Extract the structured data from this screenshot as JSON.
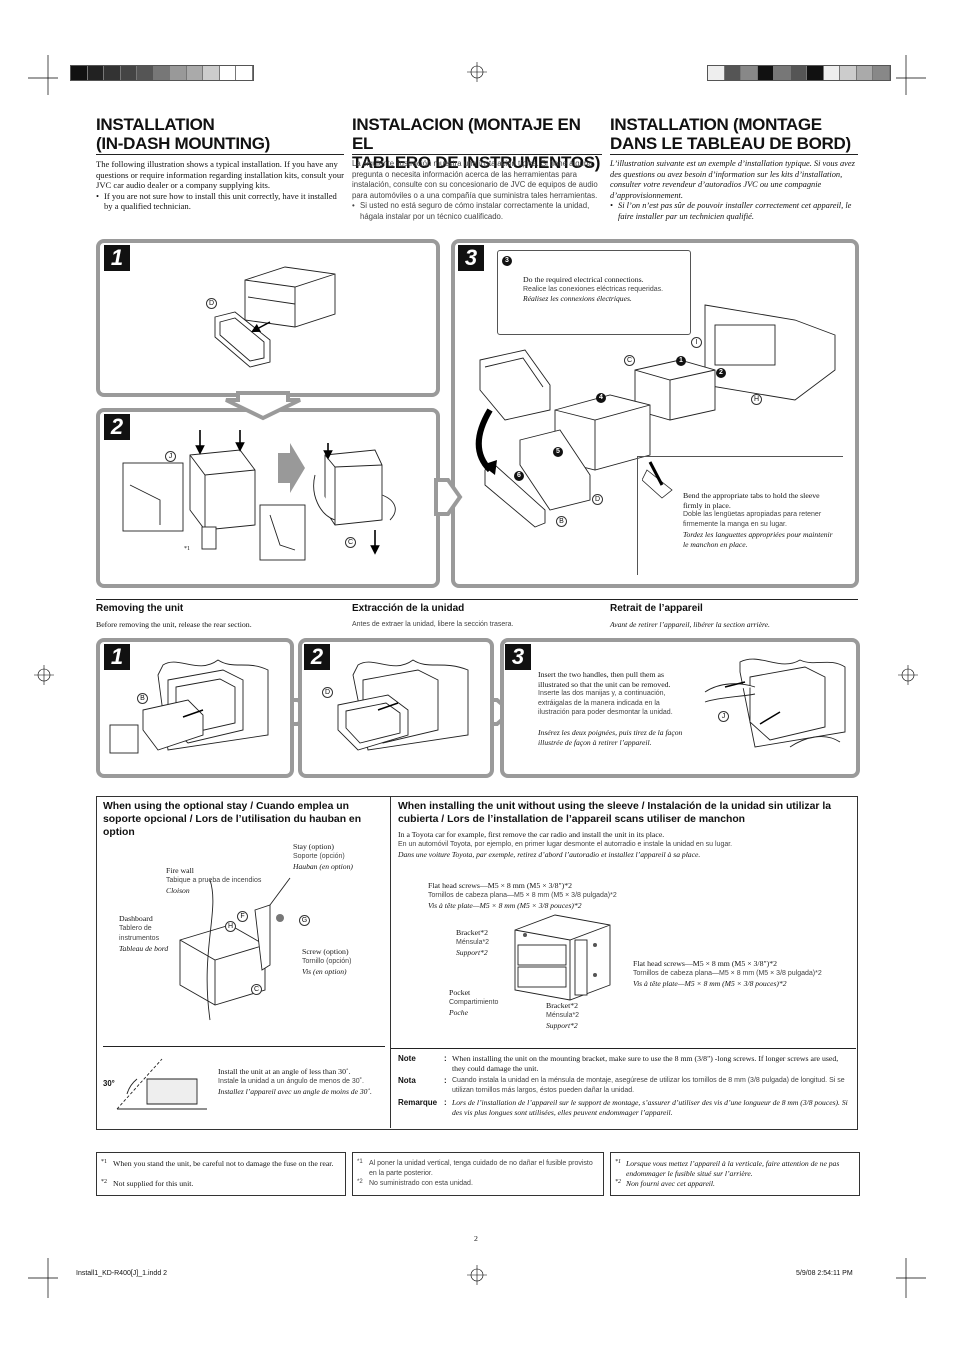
{
  "registration": {
    "color_swatches": [
      "#111111",
      "#222222",
      "#333333",
      "#444444",
      "#555555",
      "#777777",
      "#999999",
      "#aaaaaa",
      "#cccccc",
      "#ffffff",
      "#ffffff"
    ],
    "right_swatches": [
      "#eeeeee",
      "#555555",
      "#888888",
      "#111111",
      "#777777",
      "#555555",
      "#111111",
      "#eeeeee",
      "#cccccc",
      "#aaaaaa",
      "#888888"
    ]
  },
  "headings": {
    "en": "INSTALLATION\n(IN-DASH MOUNTING)",
    "es": "INSTALACION (MONTAJE EN EL\nTABLERO DE INSTRUMENTOS)",
    "fr": "INSTALLATION (MONTAGE\nDANS LE TABLEAU DE BORD)"
  },
  "intro": {
    "en": "The following illustration shows a typical installation. If you have any questions or require information regarding installation kits, consult your JVC car audio dealer or a company supplying kits.",
    "en_bullet": "If you are not sure how to install this unit correctly, have it installed by a qualified technician.",
    "es": "La siguiente ilustración muestra una instalación típica. Si tiene alguna pregunta o necesita información acerca de las herramientas para instalación, consulte con su concesionario de JVC de equipos de audio para automóviles o a una compañía que suministra tales herramientas.",
    "es_bullet": "Si usted no está seguro de cómo instalar correctamente la unidad, hágala instalar por un técnico cualificado.",
    "fr": "L’illustration suivante est un exemple d’installation typique. Si vous avez des questions ou avez besoin d’information sur les kits d’installation, consulter votre revendeur d’autoradios JVC ou une compagnie d’approvisionnement.",
    "fr_bullet": "Si l’on n’est pas sûr de pouvoir installer correctement cet appareil, le faire installer par un technicien qualifié."
  },
  "install_steps": {
    "s1": "1",
    "s2": "2",
    "s3": "3",
    "step3_circle": "3",
    "electrical_en": "Do the required electrical connections.",
    "electrical_es": "Realice las conexiones eléctricas requeridas.",
    "electrical_fr": "Réalisez les connexions électriques.",
    "tabs_en": "Bend the appropriate tabs to hold the sleeve firmly in place.",
    "tabs_es": "Doble las lengüetas apropiadas para retener firmemente la manga en su lugar.",
    "tabs_fr": "Tordez les languettes appropriées pour maintenir le manchon en place.",
    "lbl_d": "D",
    "lbl_j": "J",
    "lbl_c": "C",
    "lbl_i": "I",
    "lbl_h": "H",
    "lbl_b": "B",
    "n1": "1",
    "n2": "2",
    "n4": "4",
    "n5": "5",
    "n6": "6",
    "star1": "*1"
  },
  "removing": {
    "title_en": "Removing the unit",
    "title_es": "Extracción de la unidad",
    "title_fr": "Retrait de l’appareil",
    "body_en": "Before removing the unit, release the rear section.",
    "body_es": "Antes de extraer la unidad, libere la sección trasera.",
    "body_fr": "Avant de retirer l’appareil, libérer la section arrière.",
    "s1": "1",
    "s2": "2",
    "s3": "3",
    "lbl_b": "B",
    "lbl_d": "D",
    "lbl_j": "J",
    "handles_en": "Insert the two handles, then pull them as illustrated so that the unit can be removed.",
    "handles_es": "Inserte las dos manijas y, a continuación, extráigalas de la manera indicada en la ilustración para poder desmontar la unidad.",
    "handles_fr": "Insérez les deux poignées, puis tirez de la façon illustrée de façon à retirer l’appareil."
  },
  "stay": {
    "title": "When using the optional stay / Cuando emplea un soporte opcional / Lors de l’utilisation du hauban en option",
    "stay_en": "Stay (option)",
    "stay_es": "Soporte (opción)",
    "stay_fr": "Hauban (en option)",
    "fire_en": "Fire wall",
    "fire_es": "Tabique a prueba de incendios",
    "fire_fr": "Cloison",
    "dash_en": "Dashboard",
    "dash_es": "Tablero de instrumentos",
    "dash_fr": "Tableau de bord",
    "screw_en": "Screw (option)",
    "screw_es": "Tornillo (opción)",
    "screw_fr": "Vis (en option)",
    "lbl_f": "F",
    "lbl_h": "H",
    "lbl_g": "G",
    "lbl_c": "C",
    "angle": "30°",
    "angle_en": "Install the unit at an angle of less than 30˚.",
    "angle_es": "Instale la unidad a un ángulo de menos de 30˚.",
    "angle_fr": "Installez l’appareil avec un angle de moins de 30˚."
  },
  "nosleeve": {
    "title": "When installing the unit without using the sleeve / Instalación de la unidad sin utilizar la cubierta / Lors de l’installation de l’appareil scans utiliser de manchon",
    "body_en": "In a Toyota car for example, first remove the car radio and install the unit in its place.",
    "body_es": "En un automóvil Toyota, por ejemplo, en primer lugar desmonte el autorradio e instale la unidad en su lugar.",
    "body_fr": "Dans une voiture Toyota, par exemple, retirez d’abord l’autoradio et installez l’appareil à sa place.",
    "fh1_en": "Flat head screws—M5 × 8 mm (M5 × 3/8\")*2",
    "fh1_es": "Tornillos de cabeza plana—M5 × 8 mm (M5 × 3/8 pulgada)*2",
    "fh1_fr": "Vis à tête plate—M5 × 8 mm (M5 × 3/8 pouces)*2",
    "br1_en": "Bracket*2",
    "br1_es": "Ménsula*2",
    "br1_fr": "Support*2",
    "fh2_en": "Flat head screws—M5 × 8 mm (M5 × 3/8\")*2",
    "fh2_es": "Tornillos de cabeza plana—M5 × 8 mm (M5 × 3/8 pulgada)*2",
    "fh2_fr": "Vis à tête plate—M5 × 8 mm (M5 × 3/8 pouces)*2",
    "pocket_en": "Pocket",
    "pocket_es": "Compartimiento",
    "pocket_fr": "Poche",
    "br2_en": "Bracket*2",
    "br2_es": "Ménsula*2",
    "br2_fr": "Support*2",
    "note_lbl": "Note",
    "nota_lbl": "Nota",
    "rem_lbl": "Remarque",
    "colon": ":",
    "note_en": "When installing the unit on the mounting bracket, make sure to use the 8 mm (3/8\") -long screws. If longer screws are used, they could damage the unit.",
    "note_es": "Cuando instala la unidad en la ménsula de montaje, asegúrese de utilizar los tornillos de 8 mm (3/8 pulgada) de longitud. Si se utilizan tornillos más largos, éstos pueden dañar la unidad.",
    "note_fr": "Lors de l’installation de l’appareil sur le support de montage, s’assurer d’utiliser des vis d’une longueur de 8 mm (3/8 pouces). Si des vis plus longues sont utilisées, elles peuvent endommager l’appareil."
  },
  "footnotes": {
    "en1_mark": "*1",
    "en1": "When you stand the unit, be careful not to damage the fuse on the rear.",
    "en2_mark": "*2",
    "en2": "Not supplied for this unit.",
    "es1_mark": "*1",
    "es1": "Al poner la unidad vertical, tenga cuidado de no dañar el fusible provisto en la parte posterior.",
    "es2_mark": "*2",
    "es2": "No suministrado con esta unidad.",
    "fr1_mark": "*1",
    "fr1": "Lorsque vous mettez l’appareil à la verticale, faire attention de ne pas endommager le fusible situé sur l’arrière.",
    "fr2_mark": "*2",
    "fr2": "Non fourni avec cet appareil."
  },
  "page_number": "2",
  "slug": {
    "file": "Install1_KD-R400[J]_1.indd   2",
    "date": "5/9/08   2:54:11 PM"
  }
}
